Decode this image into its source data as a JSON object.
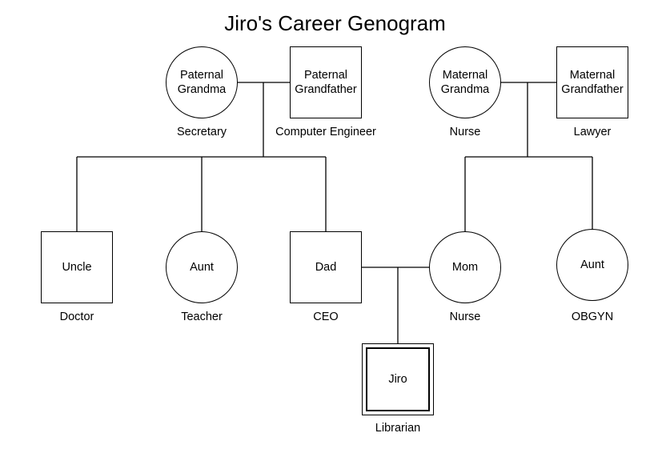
{
  "title": "Jiro's Career Genogram",
  "people": {
    "paternal_grandma": {
      "name": "Paternal\nGrandma",
      "career": "Secretary"
    },
    "paternal_grandfather": {
      "name": "Paternal\nGrandfather",
      "career": "Computer Engineer"
    },
    "maternal_grandma": {
      "name": "Maternal\nGrandma",
      "career": "Nurse"
    },
    "maternal_grandfather": {
      "name": "Maternal\nGrandfather",
      "career": "Lawyer"
    },
    "uncle": {
      "name": "Uncle",
      "career": "Doctor"
    },
    "aunt_paternal": {
      "name": "Aunt",
      "career": "Teacher"
    },
    "dad": {
      "name": "Dad",
      "career": "CEO"
    },
    "mom": {
      "name": "Mom",
      "career": "Nurse"
    },
    "aunt_maternal": {
      "name": "Aunt",
      "career": "OBGYN"
    },
    "jiro": {
      "name": "Jiro",
      "career": "Librarian"
    }
  }
}
